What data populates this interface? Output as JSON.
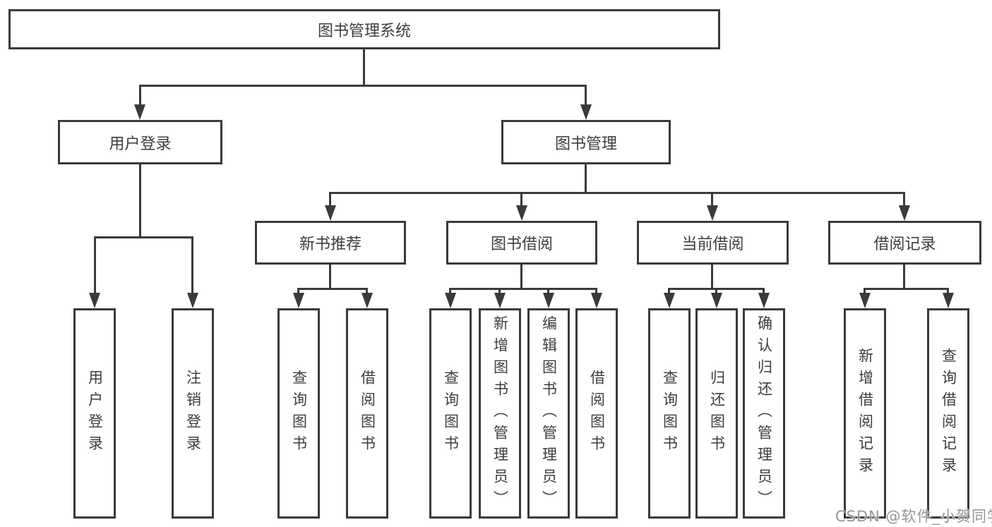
{
  "title": "图书管理系统",
  "tree": {
    "root": {
      "label": "图书管理系统",
      "children": [
        {
          "label": "用户登录",
          "children": [
            {
              "label": "用户登录"
            },
            {
              "label": "注销登录"
            }
          ]
        },
        {
          "label": "图书管理",
          "children": [
            {
              "label": "新书推荐",
              "children": [
                {
                  "label": "查询图书"
                },
                {
                  "label": "借阅图书"
                }
              ]
            },
            {
              "label": "图书借阅",
              "children": [
                {
                  "label": "查询图书"
                },
                {
                  "label": "新增图书（管理员）"
                },
                {
                  "label": "编辑图书（管理员）"
                },
                {
                  "label": "借阅图书"
                }
              ]
            },
            {
              "label": "当前借阅",
              "children": [
                {
                  "label": "查询图书"
                },
                {
                  "label": "归还图书"
                },
                {
                  "label": "确认归还（管理员）"
                }
              ]
            },
            {
              "label": "借阅记录",
              "children": [
                {
                  "label": "新增借阅记录"
                },
                {
                  "label": "查询借阅记录"
                }
              ]
            }
          ]
        }
      ]
    }
  },
  "watermark": "CSDN @软件_小贺同学",
  "colors": {
    "line": "#3a3a3a",
    "box_border": "#3a3a3a",
    "text": "#3d3d3d",
    "background": "#ffffff",
    "watermark": "#969696"
  }
}
